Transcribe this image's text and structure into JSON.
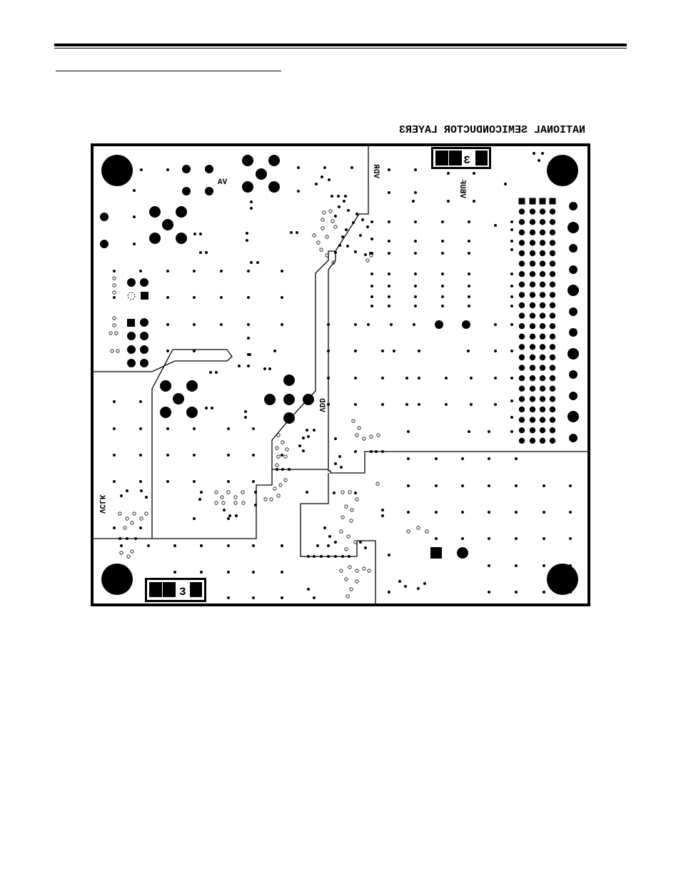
{
  "header": {
    "board_title": "NATIONAL SEMICONDUCTOR   LAYER3"
  },
  "labels": {
    "av": "AV",
    "vdr": "VDR",
    "vbuf": "VBUF",
    "vdd": "VDD",
    "vclk": "VCLK",
    "layer_digit_top": "3",
    "layer_digit_bottom": "3"
  },
  "colors": {
    "ink": "#000000",
    "paper": "#ffffff"
  }
}
